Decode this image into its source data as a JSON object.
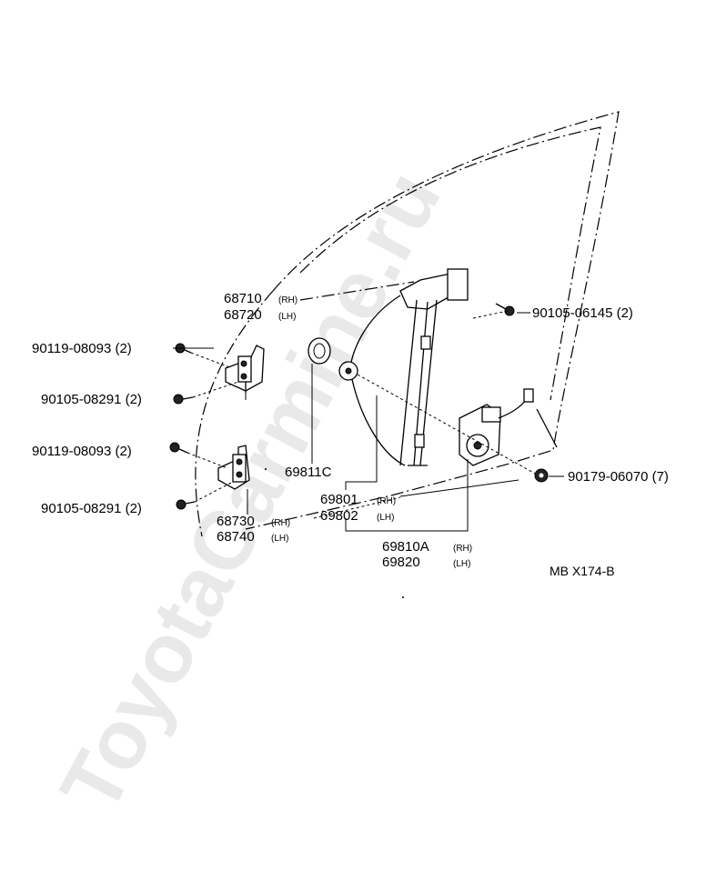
{
  "watermark": "ToyotaCarmine.ru",
  "reference_code": "MB  X174-B",
  "callouts": {
    "hinge_upper": {
      "pn1": "68710",
      "tag1": "(RH)",
      "pn2": "68720",
      "tag2": "(LH)"
    },
    "hinge_lower": {
      "pn1": "68730",
      "tag1": "(RH)",
      "pn2": "68740",
      "tag2": "(LH)"
    },
    "bolt_upper_a": "90119-08093 (2)",
    "bolt_upper_b": "90105-08291 (2)",
    "bolt_lower_a": "90119-08093 (2)",
    "bolt_lower_b": "90105-08291 (2)",
    "screw_top_right": "90105-06145 (2)",
    "nut_right": "90179-06070 (7)",
    "grommet": "69811C",
    "regulator": {
      "pn1": "69801",
      "tag1": "(RH)",
      "pn2": "69802",
      "tag2": "(LH)"
    },
    "motor": {
      "pn1": "69810A",
      "tag1": "(RH)",
      "pn2": "69820",
      "tag2": "(LH)"
    }
  }
}
